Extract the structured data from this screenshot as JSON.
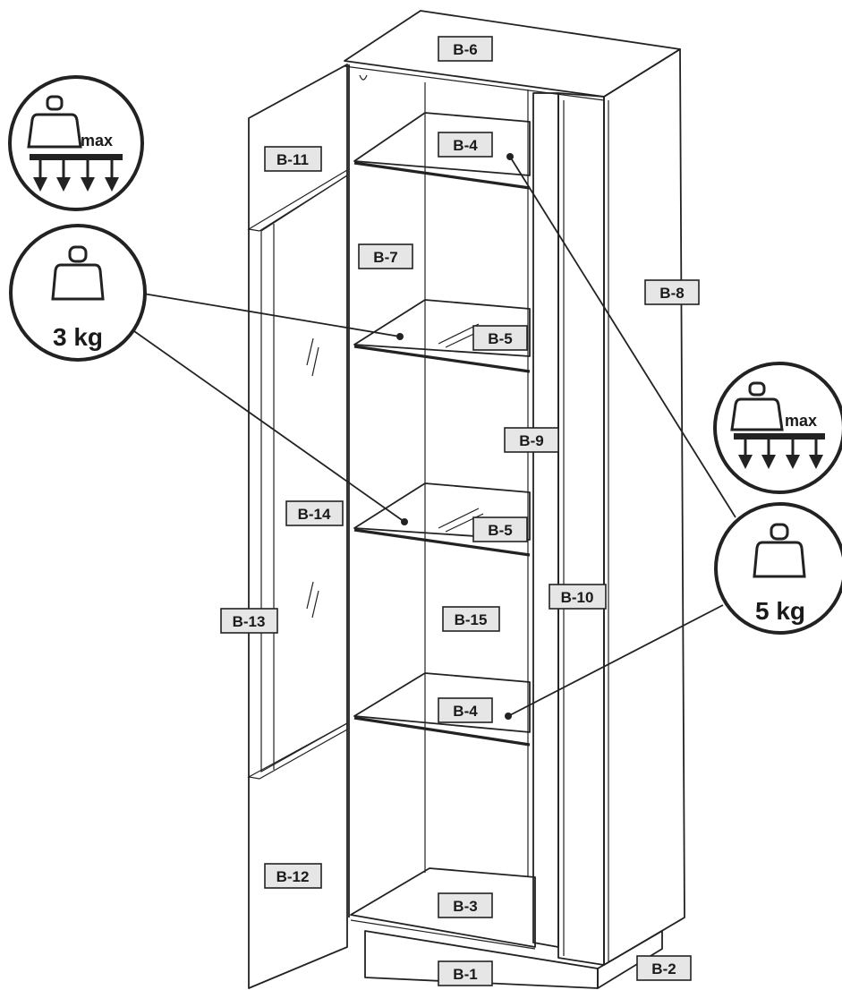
{
  "badges": {
    "max_label": "max",
    "weight_small": "3 kg",
    "weight_large": "5 kg",
    "weight_icon": "weight-icon",
    "load_icon": "distributed-load-icon"
  },
  "parts": {
    "b1": "B-1",
    "b2": "B-2",
    "b3": "B-3",
    "b4_top": "B-4",
    "b4_bottom": "B-4",
    "b5_upper": "B-5",
    "b5_lower": "B-5",
    "b6": "B-6",
    "b7": "B-7",
    "b8": "B-8",
    "b9": "B-9",
    "b10": "B-10",
    "b11": "B-11",
    "b12": "B-12",
    "b13": "B-13",
    "b14": "B-14",
    "b15": "B-15"
  }
}
